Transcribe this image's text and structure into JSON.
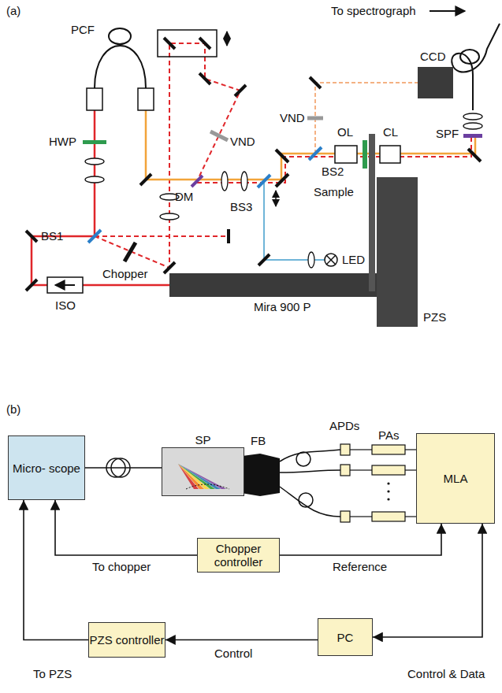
{
  "diagram": {
    "nodes": [
      {
        "text": [
          "Micro- scope"
        ]
      },
      {
        "text": [
          "SP"
        ]
      },
      {
        "text": [
          "MLA"
        ]
      },
      {
        "text": [
          "Chopper controller"
        ]
      },
      {
        "text": [
          "PC"
        ]
      },
      {
        "text": [
          "PZS controller"
        ]
      }
    ],
    "edges": [
      {
        "from": 0,
        "to": 1,
        "arrow": "none"
      },
      {
        "from": 3,
        "to": 0,
        "label": "To chopper",
        "arrow": "to"
      },
      {
        "from": 3,
        "to": 2,
        "label": "Reference",
        "arrow": "to"
      },
      {
        "from": 4,
        "to": 5,
        "label": "Control",
        "arrow": "to"
      },
      {
        "from": 5,
        "to": 0,
        "label": "To PZS",
        "arrow": "to"
      },
      {
        "from": 4,
        "to": 2,
        "label": "Control & Data",
        "arrow": "both"
      }
    ],
    "labels": [
      "(a)",
      "To spectrograph",
      "PCF",
      "CCD",
      "VND",
      "VND",
      "HWP",
      "DM",
      "OL",
      "BS2",
      "CL",
      "SPF",
      "Sample",
      "BS1",
      "BS3",
      "LED",
      "Chopper",
      "ISO",
      "Mira 900 P",
      "PZS",
      "(b)",
      "FB",
      "APDs",
      "PAs"
    ]
  }
}
